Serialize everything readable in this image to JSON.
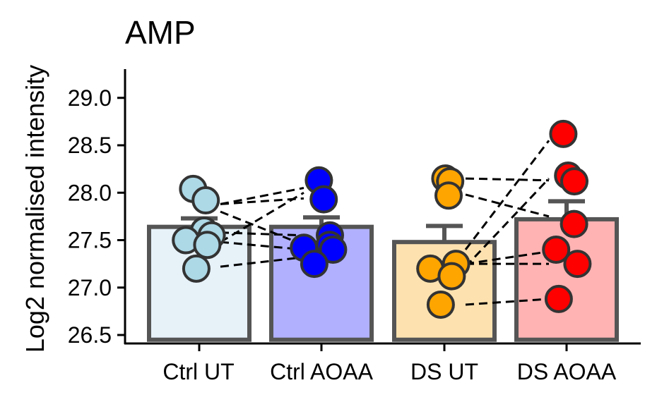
{
  "chart_data": {
    "type": "bar",
    "title": "AMP",
    "xlabel": "",
    "ylabel": "Log2 normalised intensity",
    "ylim": [
      26.45,
      29.3
    ],
    "yticks": [
      26.5,
      27.0,
      27.5,
      28.0,
      28.5,
      29.0
    ],
    "ytick_labels": [
      "26.5",
      "27.0",
      "27.5",
      "28.0",
      "28.5",
      "29.0"
    ],
    "categories": [
      "Ctrl UT",
      "Ctrl AOAA",
      "DS UT",
      "DS AOAA"
    ],
    "bar_fill_colors": [
      "#e6f1f8",
      "#b0b0ff",
      "#fde2b0",
      "#ffb3b3"
    ],
    "point_colors": [
      "#add8e6",
      "#0000ff",
      "#ffa500",
      "#ff0000"
    ],
    "bar_outline_color": "#555555",
    "values": [
      27.64,
      27.64,
      27.48,
      27.72
    ],
    "errors": [
      0.09,
      0.1,
      0.17,
      0.19
    ],
    "points": [
      [
        28.04,
        27.92,
        27.6,
        27.55,
        27.5,
        27.45,
        27.2
      ],
      [
        28.13,
        27.93,
        27.55,
        27.45,
        27.42,
        27.4,
        27.25
      ],
      [
        28.15,
        28.12,
        27.97,
        27.25,
        27.2,
        27.12,
        26.82
      ],
      [
        28.62,
        28.18,
        28.12,
        27.67,
        27.4,
        27.25,
        26.88
      ]
    ],
    "pairs_left": [
      [
        [
          27.88,
          28.05
        ],
        [
          27.8,
          27.45
        ],
        [
          27.58,
          27.55
        ],
        [
          27.48,
          27.4
        ],
        [
          27.48,
          28.0
        ],
        [
          27.22,
          27.32
        ],
        [
          27.88,
          27.94
        ]
      ],
      [
        [
          28.15,
          28.13
        ],
        [
          27.98,
          27.75
        ],
        [
          27.22,
          28.15
        ],
        [
          27.25,
          27.38
        ],
        [
          27.25,
          27.25
        ],
        [
          26.82,
          26.88
        ],
        [
          27.4,
          28.55
        ]
      ]
    ]
  }
}
